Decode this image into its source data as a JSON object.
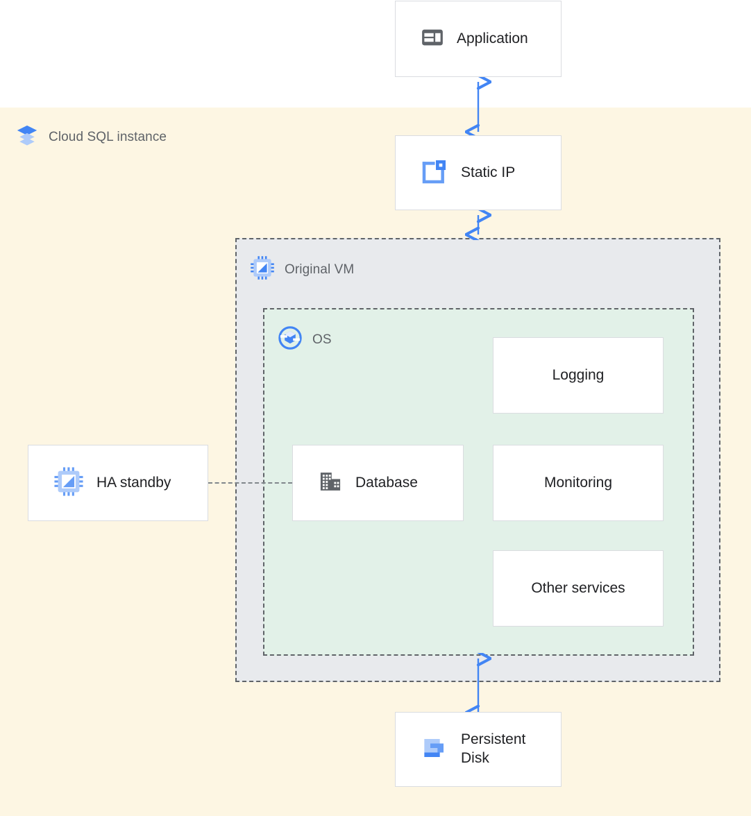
{
  "diagram": {
    "title_zone_cloudsql": "Cloud SQL instance",
    "zones": [
      {
        "name": "cloud-sql-instance",
        "label": "Cloud SQL instance",
        "icon": "layers-icon",
        "color": "#fdf6e3"
      },
      {
        "name": "original-vm",
        "label": "Original VM",
        "icon": "cpu-chip-icon",
        "color": "#e8eaed"
      },
      {
        "name": "os",
        "label": "OS",
        "icon": "os-disc-icon",
        "color": "#e2f1e8"
      }
    ],
    "nodes": [
      {
        "name": "application",
        "label": "Application",
        "icon": "application-window-icon"
      },
      {
        "name": "static-ip",
        "label": "Static IP",
        "icon": "static-ip-icon"
      },
      {
        "name": "ha-standby",
        "label": "HA standby",
        "icon": "cpu-chip-icon"
      },
      {
        "name": "database",
        "label": "Database",
        "icon": "database-building-icon"
      },
      {
        "name": "logging",
        "label": "Logging",
        "icon": null
      },
      {
        "name": "monitoring",
        "label": "Monitoring",
        "icon": null
      },
      {
        "name": "other-services",
        "label": "Other services",
        "icon": null
      },
      {
        "name": "persistent-disk",
        "label_line1": "Persistent",
        "label_line2": "Disk",
        "icon": "persistent-disk-icon"
      }
    ],
    "connectors": [
      {
        "name": "application-to-static-ip",
        "style": "solid",
        "arrows": "both",
        "color": "#4285f4"
      },
      {
        "name": "static-ip-to-original-vm",
        "style": "solid",
        "arrows": "both",
        "color": "#4285f4"
      },
      {
        "name": "os-to-persistent-disk",
        "style": "solid",
        "arrows": "both",
        "color": "#4285f4"
      },
      {
        "name": "ha-standby-to-database",
        "style": "dashed",
        "arrows": "none",
        "color": "#80868b"
      }
    ],
    "colors": {
      "blue": "#4285f4",
      "blue_light": "#8ab4f8",
      "blue_lighter": "#aecbfa",
      "grey_icon": "#5f6368",
      "grey_text": "#5f6368",
      "text": "#202124",
      "border": "#dadce0",
      "dash": "#5f6368",
      "zone_cream": "#fdf6e3",
      "zone_grey": "#e8eaed",
      "zone_mint": "#e2f1e8",
      "page_bg": "#ffffff"
    }
  }
}
